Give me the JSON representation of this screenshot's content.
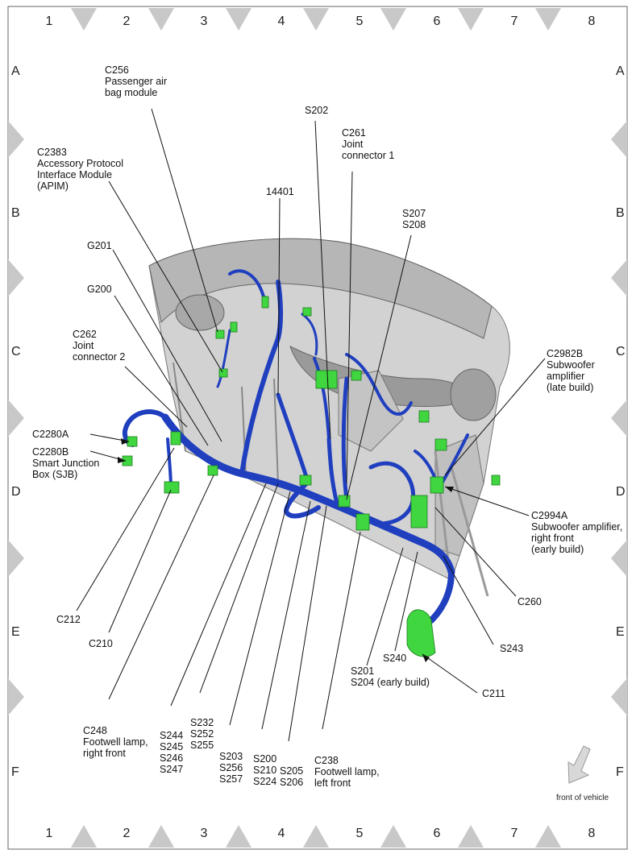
{
  "grid": {
    "columns": [
      "1",
      "2",
      "3",
      "4",
      "5",
      "6",
      "7",
      "8"
    ],
    "rows": [
      "A",
      "B",
      "C",
      "D",
      "E",
      "F"
    ]
  },
  "callouts": {
    "c256": "C256\nPassenger air\nbag module",
    "c2383": "C2383\nAccessory Protocol\nInterface Module\n(APIM)",
    "s202": "S202",
    "c261": "C261\nJoint\nconnector 1",
    "h14401": "14401",
    "s207": "S207\nS208",
    "g201": "G201",
    "g200": "G200",
    "c262": "C262\nJoint\nconnector 2",
    "c2982b": "C2982B\nSubwoofer\namplifier\n(late build)",
    "c2280a": "C2280A",
    "c2280b": "C2280B\nSmart Junction\nBox (SJB)",
    "c2994a": "C2994A\nSubwoofer amplifier,\nright front\n(early build)",
    "c260": "C260",
    "c212": "C212",
    "c210": "C210",
    "s243": "S243",
    "s240": "S240",
    "s201": "S201\nS204 (early build)",
    "c211": "C211",
    "c248": "C248\nFootwell lamp,\nright front",
    "s244": "S244\nS245\nS246\nS247",
    "s232": "S232\nS252\nS255",
    "s203": "S203\nS256\nS257",
    "s200": "S200\nS210\nS224",
    "s205": "S205\nS206",
    "c238": "C238\nFootwell lamp,\nleft front"
  },
  "orientation_label": "front of vehicle",
  "colors": {
    "harness": "#1f3fbf",
    "connector": "#3fd63f",
    "dashboard": "#b8b8b8",
    "border_triangle": "#c8c8c8"
  }
}
